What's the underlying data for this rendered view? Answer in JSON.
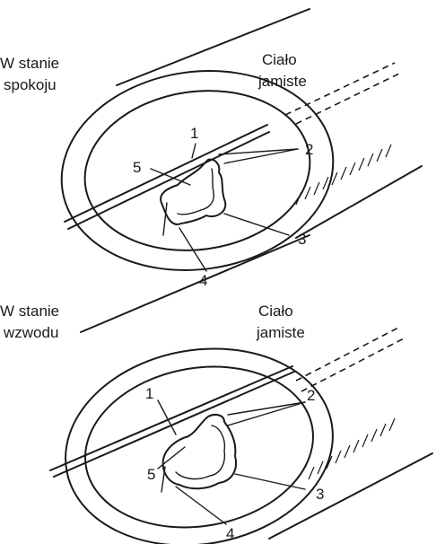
{
  "top_panel": {
    "state_line1": "W stanie",
    "state_line2": "spokoju",
    "body_line1": "Ciało",
    "body_line2": "jamiste",
    "callouts": [
      "1",
      "2",
      "3",
      "4",
      "5"
    ]
  },
  "bottom_panel": {
    "state_line1": "W stanie",
    "state_line2": "wzwodu",
    "body_line1": "Ciało",
    "body_line2": "jamiste",
    "callouts": [
      "1",
      "2",
      "3",
      "4",
      "5"
    ]
  },
  "colors": {
    "ink": "#1a1a1a",
    "background": "#ffffff"
  }
}
